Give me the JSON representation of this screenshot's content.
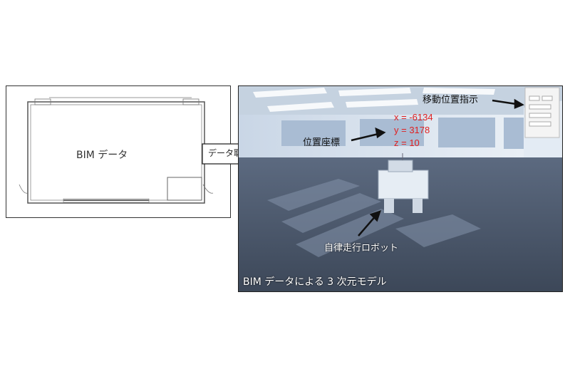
{
  "left_panel": {
    "label": "BIM データ"
  },
  "transfer_arrow": {
    "label": "データ取込"
  },
  "scene": {
    "move_instruction_label": "移動位置指示",
    "position_label": "位置座標",
    "coordinates": {
      "x": "x = -6134",
      "y": "y = 3178",
      "z": "z = 10"
    },
    "robot_label": "自律走行ロボット",
    "caption": "BIM データによる 3 次元モデル"
  },
  "colors": {
    "coordinate_text": "#e02020",
    "floor": "#4a5a70",
    "wall": "#dde6f0"
  }
}
